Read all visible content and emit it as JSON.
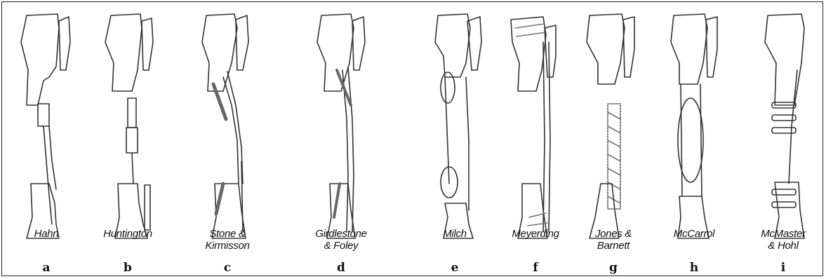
{
  "figure": {
    "panels": [
      {
        "id": "a",
        "letter": "a",
        "name": "Hahn"
      },
      {
        "id": "b",
        "letter": "b",
        "name": "Huntington"
      },
      {
        "id": "c",
        "letter": "c",
        "name": "Stone &\nKirmisson"
      },
      {
        "id": "d",
        "letter": "d",
        "name": "Girdlestone\n& Foley"
      },
      {
        "id": "e",
        "letter": "e",
        "name": "Milch"
      },
      {
        "id": "f",
        "letter": "f",
        "name": "Meyerding"
      },
      {
        "id": "g",
        "letter": "g",
        "name": "Jones &\nBarnett"
      },
      {
        "id": "h",
        "letter": "h",
        "name": "McCarrol"
      },
      {
        "id": "i",
        "letter": "i",
        "name": "McMaster\n& Hohl"
      }
    ]
  }
}
